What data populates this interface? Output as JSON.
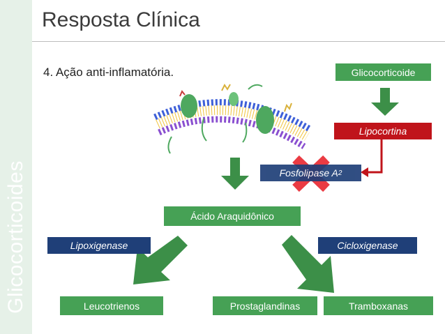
{
  "slide": {
    "title": "Resposta Clínica",
    "side_title": "Glicocorticoides",
    "list_item": "4.   Ação anti-inflamatória."
  },
  "diagram": {
    "glicocorticoide": "Glicocorticoide",
    "lipocortina": "Lipocortina",
    "fosfolipase_prefix": "Fosfolipase A",
    "fosfolipase_sub": "2",
    "acido": "Ácido Araquidônico",
    "lipoxigenase": "Lipoxigenase",
    "cicloxigenase": "Cicloxigenase",
    "leucotrienos": "Leucotrienos",
    "prostaglandinas": "Prostaglandinas",
    "tramboxanas": "Tramboxanas"
  },
  "colors": {
    "green": "#46a155",
    "dark_green": "#3c8f48",
    "navy": "#1f3f78",
    "red": "#c0141b",
    "cross": "#e8202a",
    "sidebar": "#e6f1e8"
  }
}
